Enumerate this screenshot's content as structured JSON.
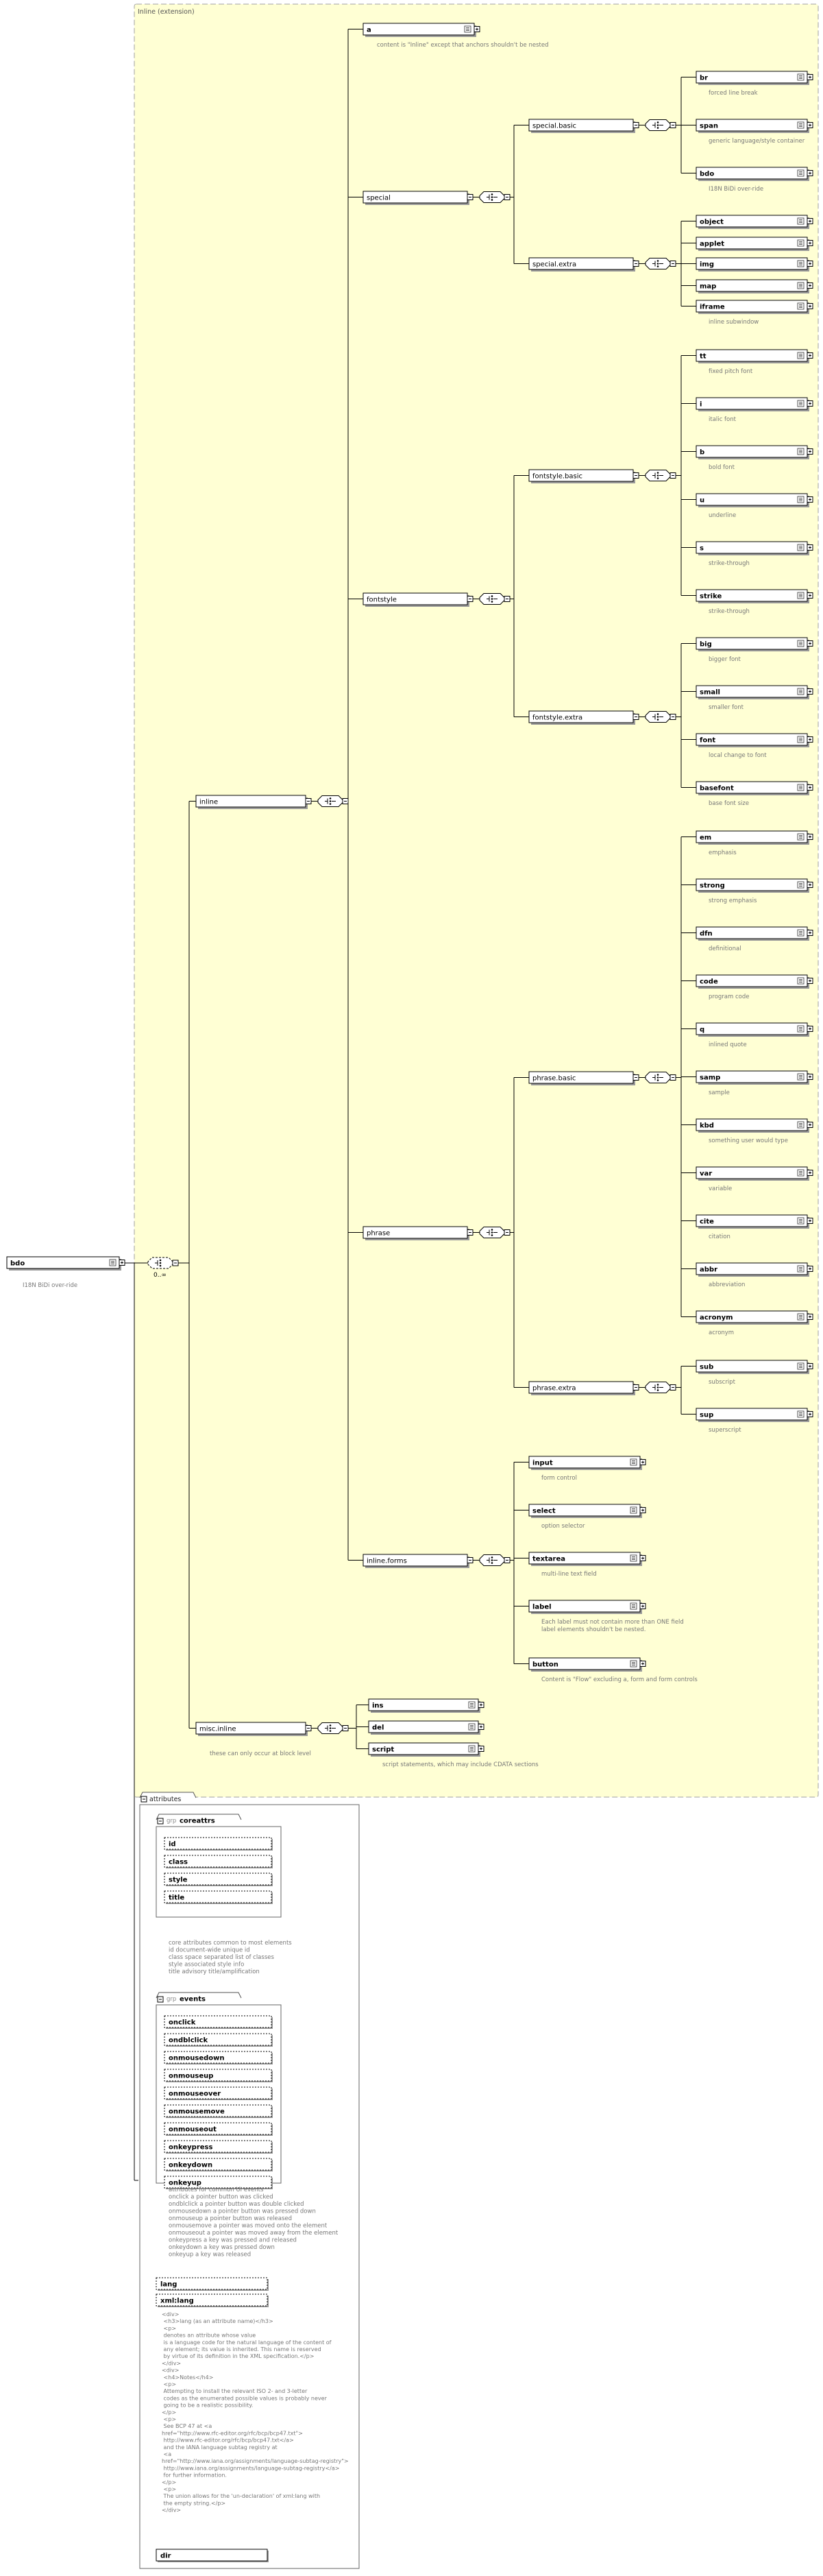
{
  "bdo": {
    "label": "bdo",
    "doc": "I18N BiDi over-ride",
    "occurrence": "0..∞"
  },
  "inline_group": {
    "title": "Inline (extension)"
  },
  "elements": {
    "a": {
      "label": "a",
      "doc": "content is \"Inline\" except that anchors shouldn't be nested"
    },
    "special": {
      "label": "special"
    },
    "special_basic": {
      "label": "special.basic"
    },
    "br": {
      "label": "br",
      "doc": "forced line break"
    },
    "span": {
      "label": "span",
      "doc": "generic language/style container"
    },
    "bdo_inner": {
      "label": "bdo",
      "doc": "I18N BiDi over-ride"
    },
    "special_extra": {
      "label": "special.extra"
    },
    "object": {
      "label": "object"
    },
    "applet": {
      "label": "applet"
    },
    "img": {
      "label": "img"
    },
    "map": {
      "label": "map"
    },
    "iframe": {
      "label": "iframe",
      "doc": "inline subwindow"
    },
    "fontstyle": {
      "label": "fontstyle"
    },
    "fontstyle_basic": {
      "label": "fontstyle.basic"
    },
    "tt": {
      "label": "tt",
      "doc": "fixed pitch font"
    },
    "i": {
      "label": "i",
      "doc": "italic font"
    },
    "b": {
      "label": "b",
      "doc": "bold font"
    },
    "u": {
      "label": "u",
      "doc": "underline"
    },
    "s": {
      "label": "s",
      "doc": "strike-through"
    },
    "strike": {
      "label": "strike",
      "doc": "strike-through"
    },
    "fontstyle_extra": {
      "label": "fontstyle.extra"
    },
    "big": {
      "label": "big",
      "doc": "bigger font"
    },
    "small": {
      "label": "small",
      "doc": "smaller font"
    },
    "font": {
      "label": "font",
      "doc": "local change to font"
    },
    "basefont": {
      "label": "basefont",
      "doc": "base font size"
    },
    "inline": {
      "label": "inline"
    },
    "phrase": {
      "label": "phrase"
    },
    "phrase_basic": {
      "label": "phrase.basic"
    },
    "em": {
      "label": "em",
      "doc": "emphasis"
    },
    "strong": {
      "label": "strong",
      "doc": "strong emphasis"
    },
    "dfn": {
      "label": "dfn",
      "doc": "definitional"
    },
    "code": {
      "label": "code",
      "doc": "program code"
    },
    "q": {
      "label": "q",
      "doc": "inlined quote"
    },
    "samp": {
      "label": "samp",
      "doc": "sample"
    },
    "kbd": {
      "label": "kbd",
      "doc": "something user would type"
    },
    "var": {
      "label": "var",
      "doc": "variable"
    },
    "cite": {
      "label": "cite",
      "doc": "citation"
    },
    "abbr": {
      "label": "abbr",
      "doc": "abbreviation"
    },
    "acronym": {
      "label": "acronym",
      "doc": "acronym"
    },
    "phrase_extra": {
      "label": "phrase.extra"
    },
    "sub": {
      "label": "sub",
      "doc": "subscript"
    },
    "sup": {
      "label": "sup",
      "doc": "superscript"
    },
    "inline_forms": {
      "label": "inline.forms"
    },
    "input": {
      "label": "input",
      "doc": "form control"
    },
    "select": {
      "label": "select",
      "doc": "option selector"
    },
    "textarea": {
      "label": "textarea",
      "doc": "multi-line text field"
    },
    "label": {
      "label": "label",
      "doc": "Each label must not contain more than ONE field\nlabel elements shouldn't be nested."
    },
    "button": {
      "label": "button",
      "doc": "Content is \"Flow\" excluding a, form and form controls"
    },
    "misc_inline": {
      "label": "misc.inline",
      "doc": "these can only occur at block level"
    },
    "ins": {
      "label": "ins"
    },
    "del": {
      "label": "del"
    },
    "script": {
      "label": "script",
      "doc": "script statements, which may include CDATA sections"
    }
  },
  "attributes": {
    "tab": "attributes",
    "coreattrs": {
      "title": "coreattrs",
      "prefix": "grp",
      "items": [
        "id",
        "class",
        "style",
        "title"
      ],
      "doc": "core attributes common to most elements\nid       document-wide unique id\nclass    space separated list of classes\nstyle    associated style info\ntitle    advisory title/amplification"
    },
    "events": {
      "title": "events",
      "prefix": "grp",
      "items": [
        "onclick",
        "ondblclick",
        "onmousedown",
        "onmouseup",
        "onmouseover",
        "onmousemove",
        "onmouseout",
        "onkeypress",
        "onkeydown",
        "onkeyup"
      ],
      "doc": "attributes for common UI events\nonclick     a pointer button was clicked\nondblclick  a pointer button was double clicked\nonmousedown a pointer button was pressed down\nonmouseup   a pointer button was released\nonmousemove a pointer was moved onto the element\nonmouseout  a pointer was moved away from the element\nonkeypress  a key was pressed and released\nonkeydown   a key was pressed down\nonkeyup     a key was released"
    },
    "lang": "lang",
    "xmllang": "xml:lang",
    "xmllang_doc": "<div>\n      <h3>lang (as an attribute name)</h3>\n      <p>\n   denotes an attribute whose value\n   is a language code for the natural language of the content of\n   any element; its value is inherited.  This name is reserved\n   by virtue of its definition in the XML specification.</p>\n</div>\n<div>\n      <h4>Notes</h4>\n      <p>\n   Attempting to install the relevant ISO 2- and 3-letter\n   codes as the enumerated possible values is probably never\n   going to be a realistic possibility.\n</p>\n      <p>\n   See BCP 47 at <a\nhref=\"http://www.rfc-editor.org/rfc/bcp/bcp47.txt\">\n   http://www.rfc-editor.org/rfc/bcp/bcp47.txt</a>\n   and the IANA language subtag registry at\n   <a\nhref=\"http://www.iana.org/assignments/language-subtag-registry\">\n   http://www.iana.org/assignments/language-subtag-registry</a>\n   for further information.\n</p>\n      <p>\n   The union allows for the 'un-declaration' of xml:lang with\n   the empty string.</p>\n</div>",
    "dir": "dir"
  },
  "colors": {
    "group_fill": "#ffffd4",
    "group_border": "#a0a0a0",
    "box_fill": "#ffffff",
    "box_border": "#000000",
    "line": "#000000"
  }
}
